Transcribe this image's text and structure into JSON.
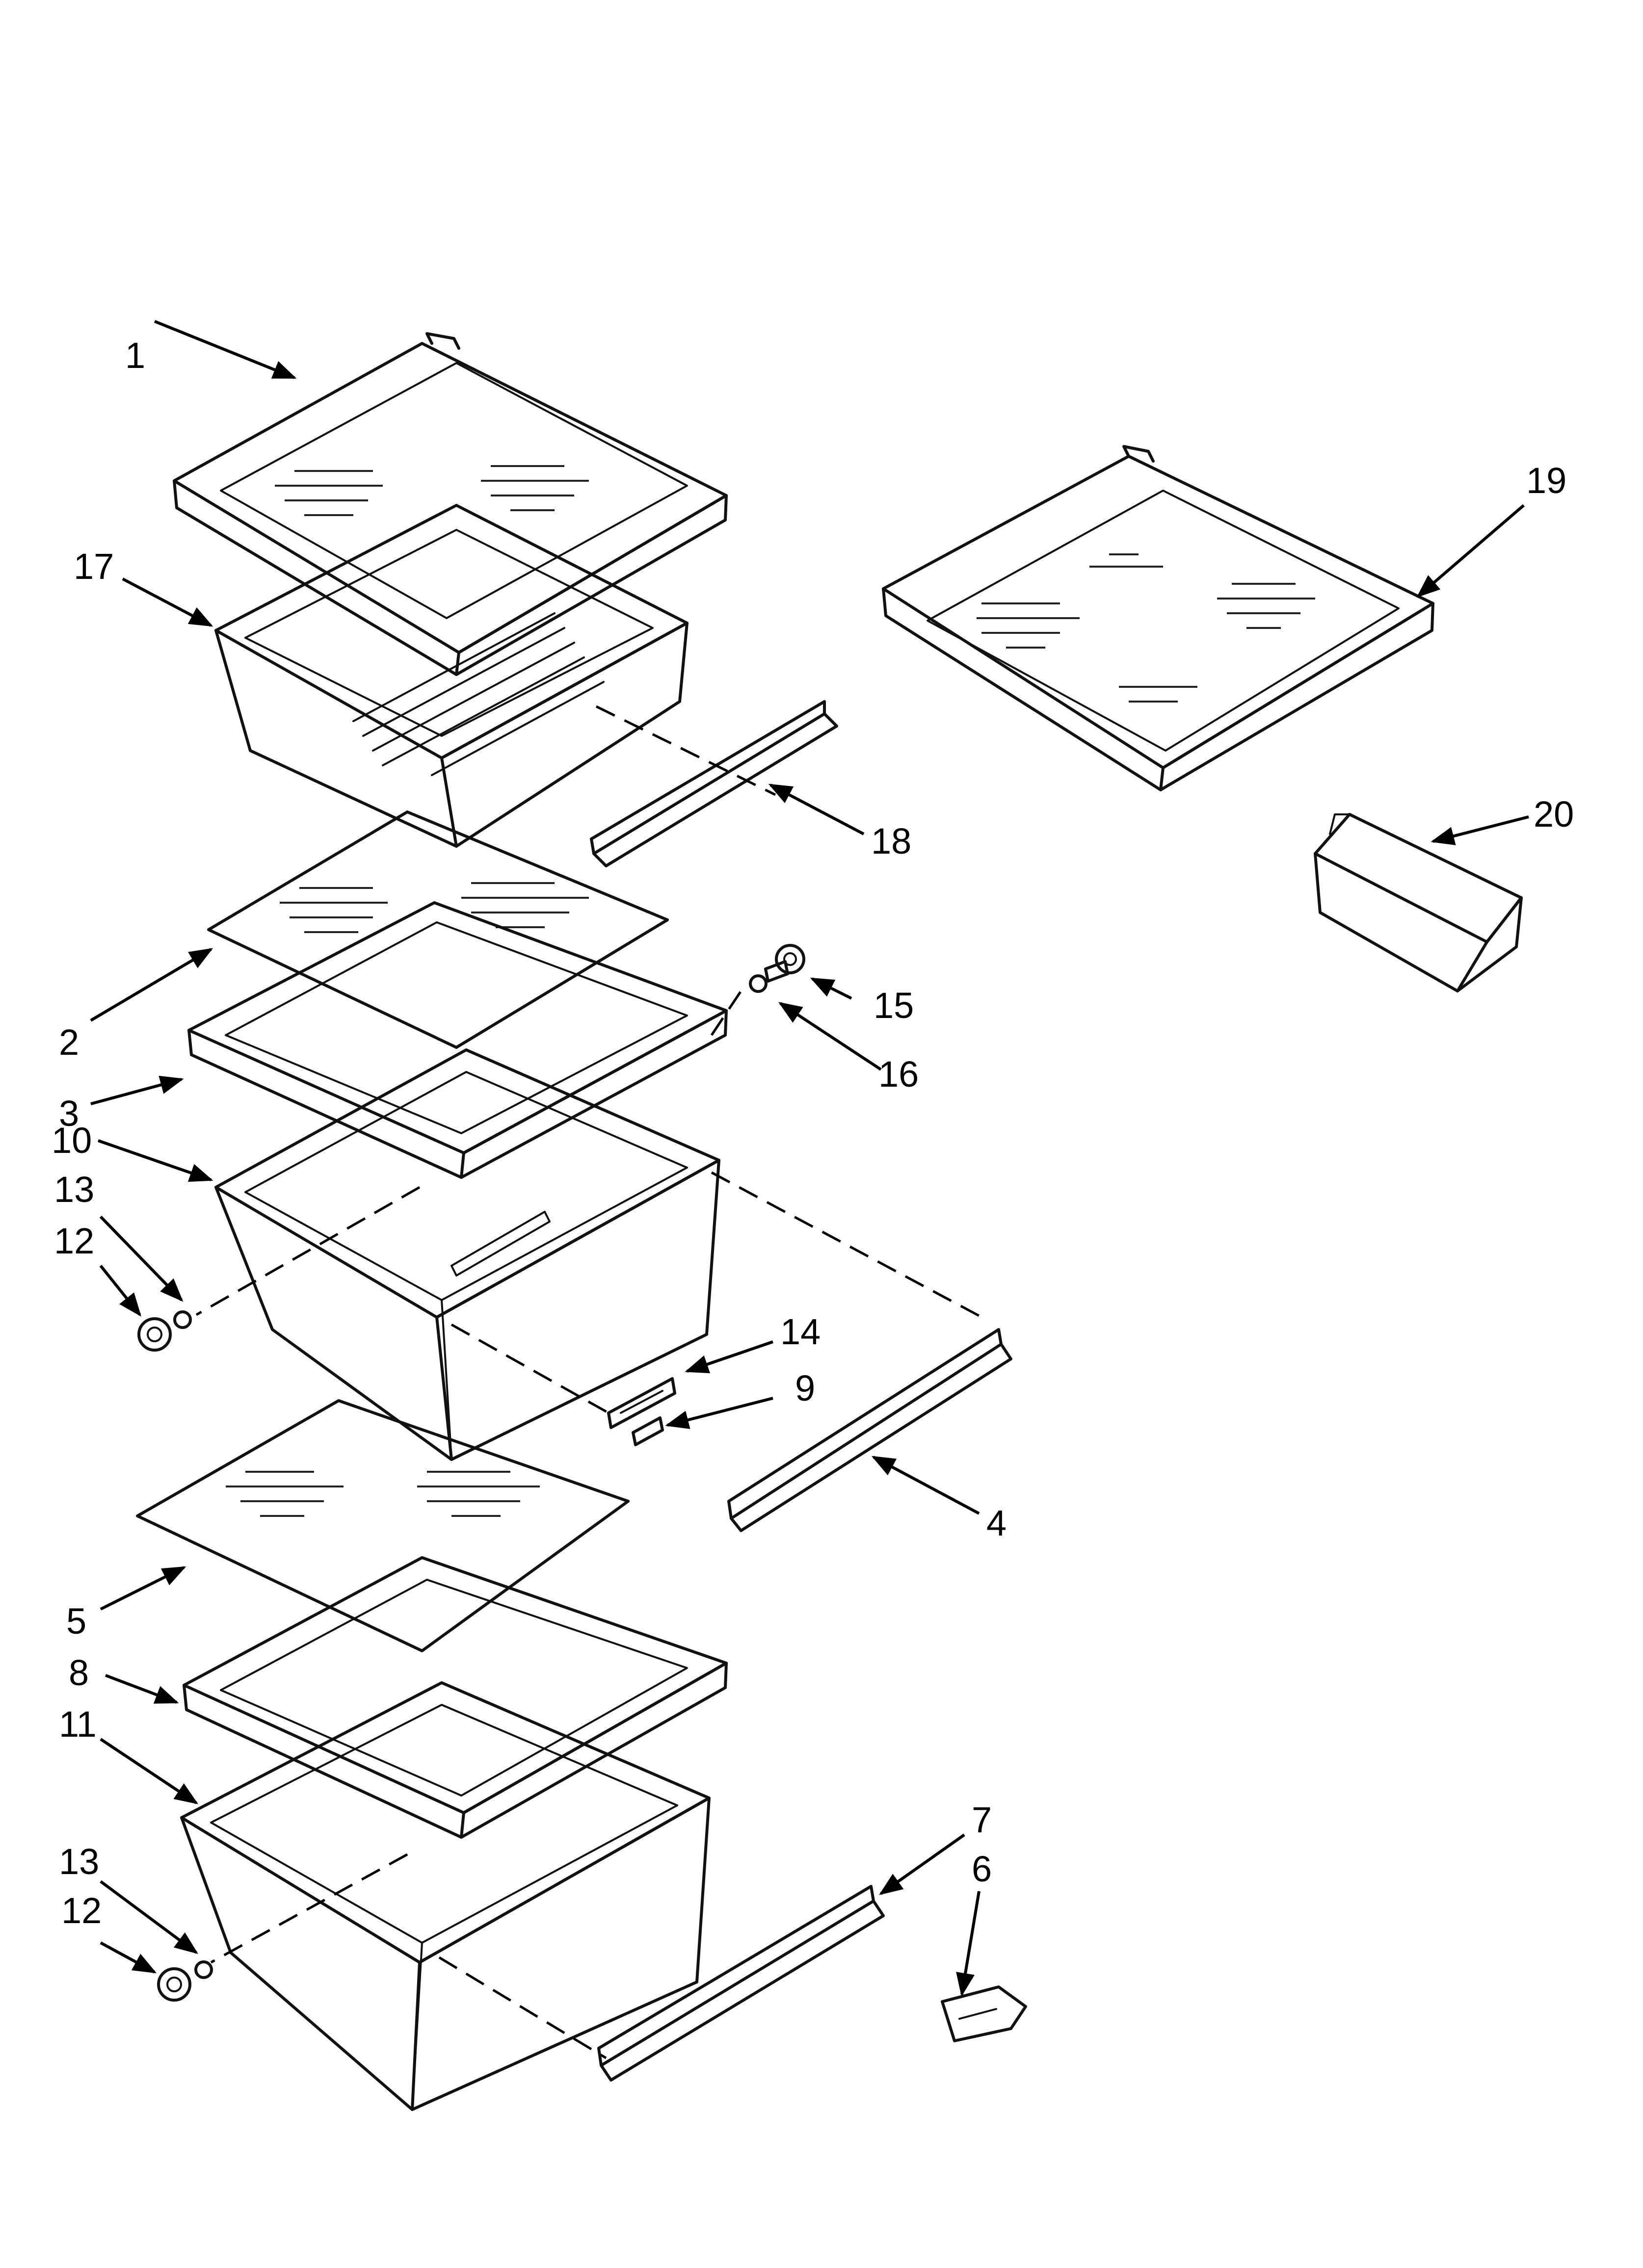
{
  "diagram": {
    "callouts": {
      "c1": "1",
      "c17": "17",
      "c19": "19",
      "c18": "18",
      "c20": "20",
      "c2": "2",
      "c3": "3",
      "c15": "15",
      "c16": "16",
      "c10": "10",
      "c13a": "13",
      "c12a": "12",
      "c14": "14",
      "c9": "9",
      "c4": "4",
      "c5": "5",
      "c8": "8",
      "c11": "11",
      "c13b": "13",
      "c12b": "12",
      "c7": "7",
      "c6": "6"
    }
  }
}
